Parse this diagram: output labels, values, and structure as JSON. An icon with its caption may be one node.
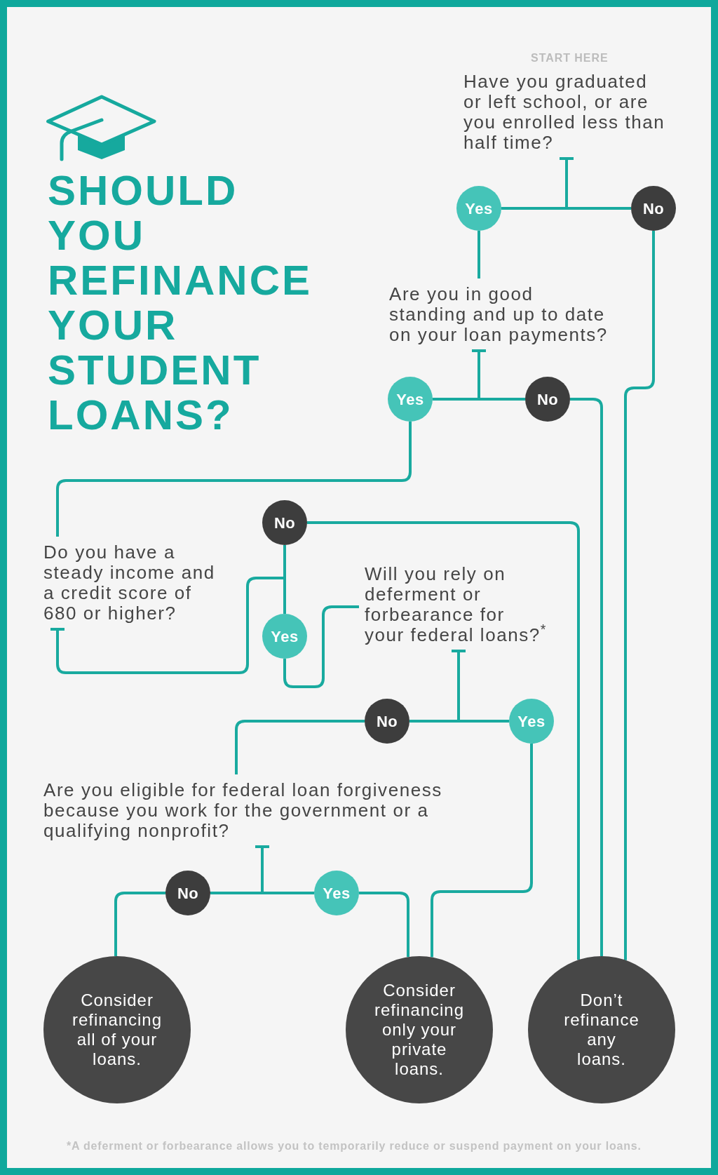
{
  "diagram": {
    "title": "SHOULD YOU REFINANCE YOUR STUDENT LOANS?",
    "nodes": [
      {
        "text": [
          "Have you graduated or left school, or are you enrolled less than half time?"
        ],
        "beside": [
          "START HERE"
        ]
      },
      {
        "text": [
          "Yes"
        ]
      },
      {
        "text": [
          "No"
        ]
      },
      {
        "text": [
          "Are you in good standing and up to date on your loan payments?"
        ]
      },
      {
        "text": [
          "Yes"
        ]
      },
      {
        "text": [
          "No"
        ]
      },
      {
        "text": [
          "Do you have a steady income and a credit score of 680 or higher?"
        ]
      },
      {
        "text": [
          "No"
        ]
      },
      {
        "text": [
          "Yes"
        ]
      },
      {
        "text": [
          "Will you rely on deferment or forbearance for your federal loans?$^{*}$"
        ]
      },
      {
        "text": [
          "No"
        ]
      },
      {
        "text": [
          "Yes"
        ]
      },
      {
        "text": [
          "Are you eligible for federal loan forgiveness because you work for the government or a qualifying nonprofit?"
        ]
      },
      {
        "text": [
          "No"
        ]
      },
      {
        "text": [
          "Yes"
        ]
      },
      {
        "text": [
          "Consider refinancing all of your loans."
        ]
      },
      {
        "text": [
          "Consider refinancing only your private loans."
        ]
      },
      {
        "text": [
          "Don’t refinance any loans."
        ]
      }
    ],
    "edges": [
      {
        "from": 0,
        "to": 1,
        "arrow": "other"
      },
      {
        "from": 0,
        "to": 2,
        "arrow": "other"
      },
      {
        "from": 1,
        "to": 3,
        "arrow": "none"
      },
      {
        "from": 2,
        "to": 17,
        "arrow": "none"
      },
      {
        "from": 3,
        "to": 4,
        "arrow": "other"
      },
      {
        "from": 3,
        "to": 5,
        "arrow": "other"
      },
      {
        "from": 4,
        "to": 6,
        "arrow": "none"
      },
      {
        "from": 5,
        "to": 17,
        "arrow": "none"
      },
      {
        "from": 6,
        "to": 7,
        "arrow": "other"
      },
      {
        "from": 6,
        "to": 8,
        "arrow": "other"
      },
      {
        "from": 7,
        "to": 17,
        "arrow": "none"
      },
      {
        "from": 8,
        "to": 9,
        "arrow": "none"
      },
      {
        "from": 9,
        "to": 10,
        "arrow": "other"
      },
      {
        "from": 9,
        "to": 11,
        "arrow": "other"
      },
      {
        "from": 10,
        "to": 12,
        "arrow": "none"
      },
      {
        "from": 11,
        "to": 16,
        "arrow": "none"
      },
      {
        "from": 12,
        "to": 13,
        "arrow": "other"
      },
      {
        "from": 12,
        "to": 14,
        "arrow": "other"
      },
      {
        "from": 13,
        "to": 15,
        "arrow": "none"
      },
      {
        "from": 14,
        "to": 16,
        "arrow": "none"
      }
    ],
    "labels": [
      "*A deferment or forbearance allows you to temporarily reduce or suspend payment on your loans."
    ]
  }
}
